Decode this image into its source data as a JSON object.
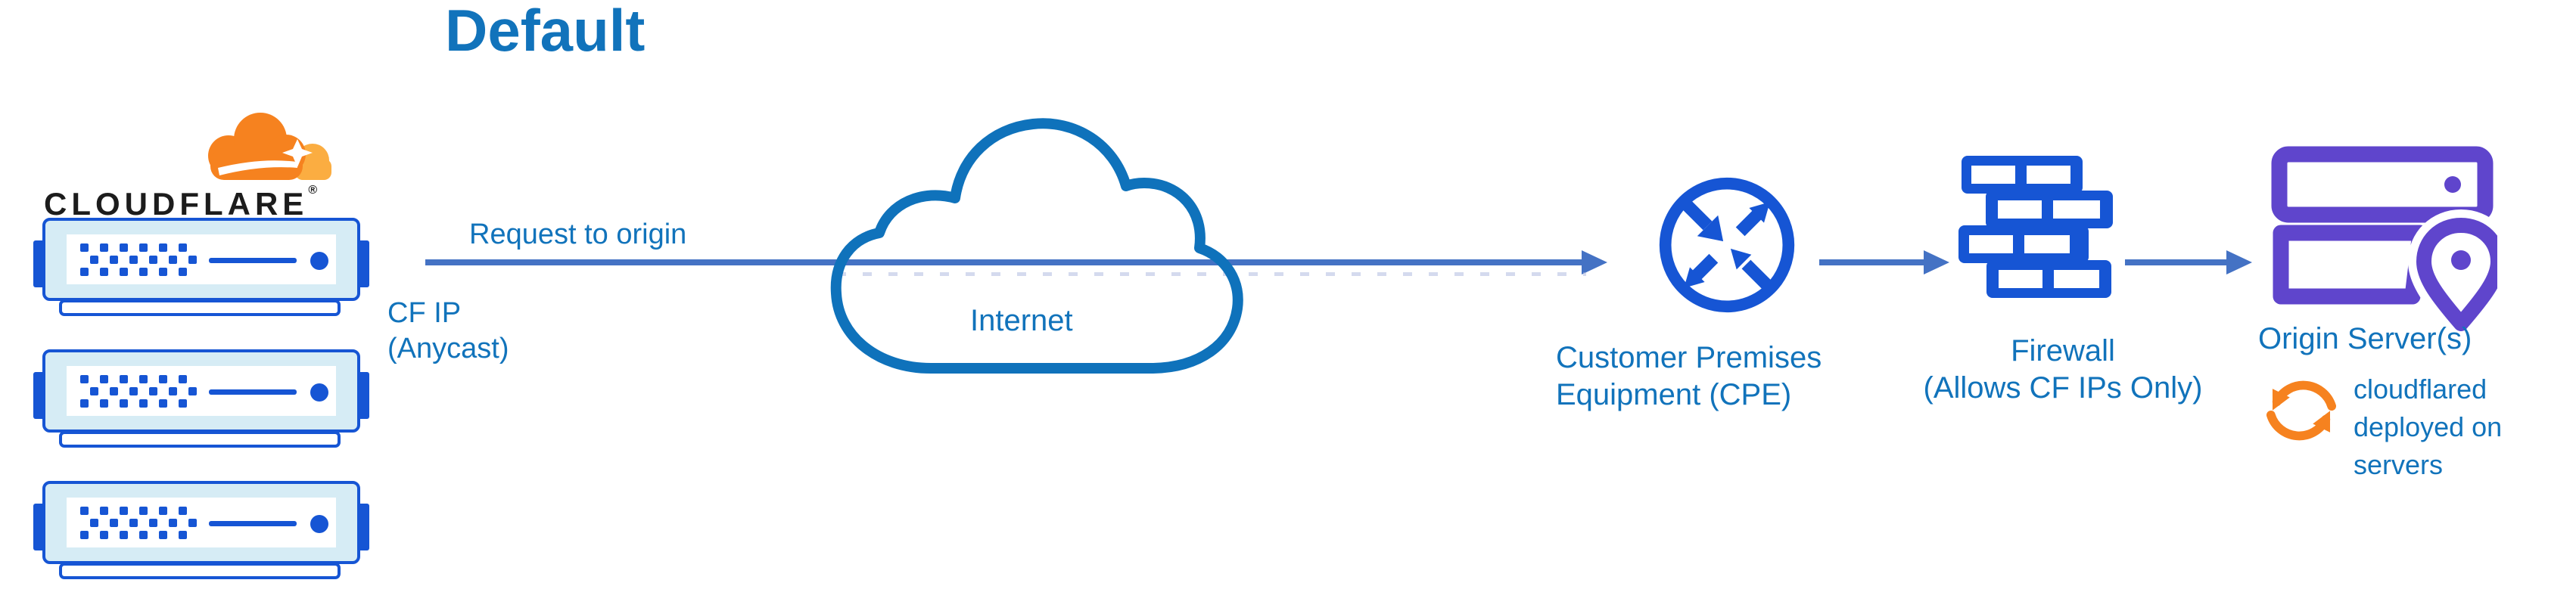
{
  "title": "Default",
  "logo": {
    "wordmark": "CLOUDFLARE",
    "registered": "®",
    "icon": "cloudflare-cloud-logo"
  },
  "edge_servers": {
    "icon": "edge-server-icon",
    "count": 3
  },
  "flow": {
    "request_label": "Request to origin",
    "source_label": "CF IP (Anycast)",
    "internet_label": "Internet",
    "cpe": {
      "icon": "router-arrows-icon",
      "label": "Customer Premises Equipment (CPE)"
    },
    "firewall": {
      "icon": "brick-wall-icon",
      "label_line1": "Firewall",
      "label_line2": "(Allows CF IPs Only)"
    },
    "origin": {
      "icon": "origin-servers-pin-icon",
      "label": "Origin Server(s)",
      "note": "cloudflared deployed on servers",
      "note_icon": "sync-arrows-icon"
    }
  },
  "colors": {
    "blue_text": "#1173bb",
    "arrow": "#4472c4",
    "icon_blue": "#1655d4",
    "pale_blue": "#d6ecf5",
    "cloud_stroke": "#0f72bb",
    "purple": "#5f45cc",
    "orange": "#f6821f",
    "orange_light": "#fbad41",
    "wordmark": "#1c1c1c"
  }
}
